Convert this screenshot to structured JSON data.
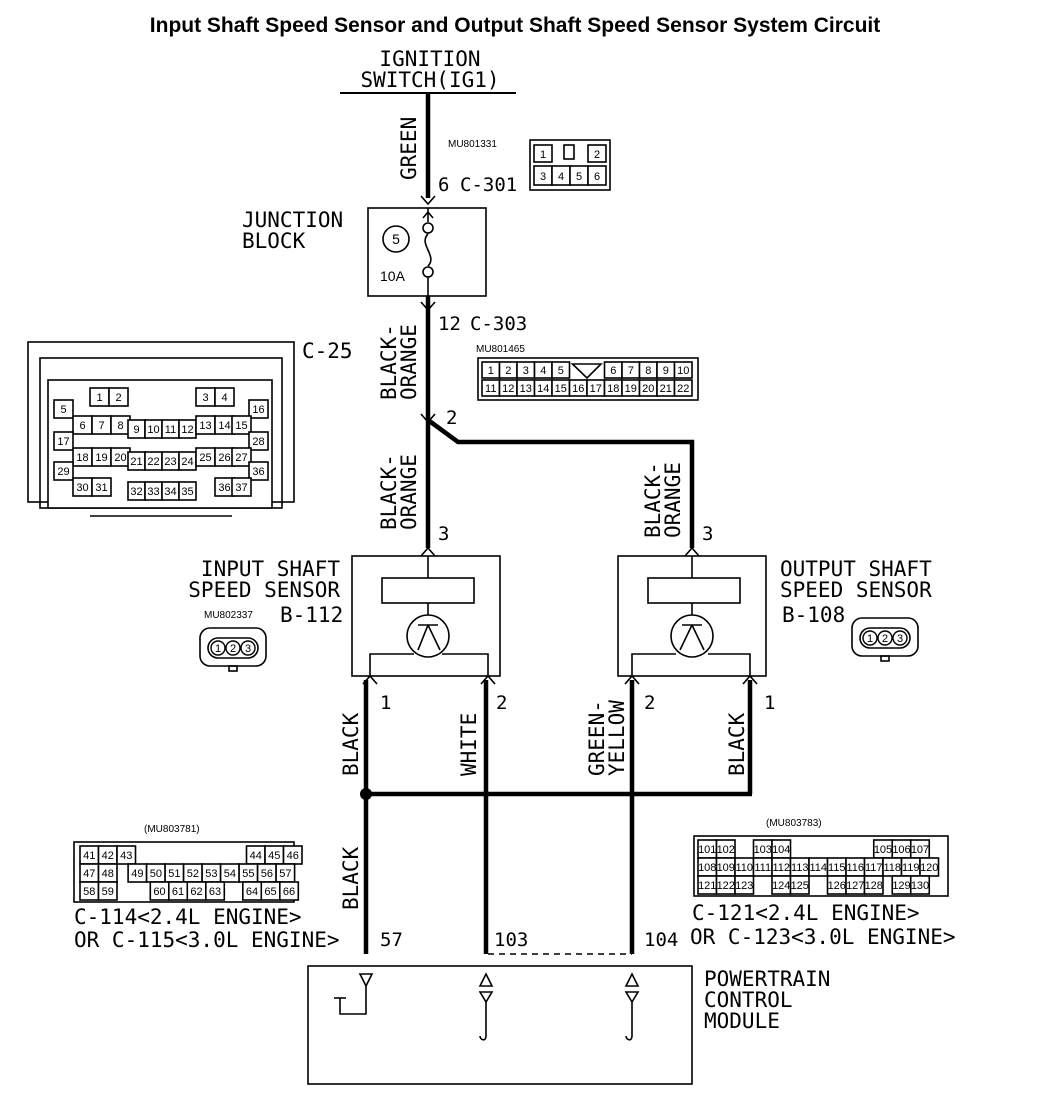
{
  "title": "Input Shaft Speed Sensor and Output Shaft Speed Sensor System Circuit",
  "ignition": {
    "line1": "IGNITION",
    "line2": "SWITCH(IG1)"
  },
  "wires": {
    "green": "GREEN",
    "black_orange_a1": "BLACK-",
    "black_orange_a2": "ORANGE",
    "black_orange_b1": "BLACK-",
    "black_orange_b2": "ORANGE",
    "black_orange_c1": "BLACK-",
    "black_orange_c2": "ORANGE",
    "black_1": "BLACK",
    "white": "WHITE",
    "green_yellow1": "GREEN-",
    "green_yellow2": "YELLOW",
    "black_2": "BLACK",
    "black_3": "BLACK"
  },
  "connectors": {
    "c301": {
      "pin": "6",
      "name": "C-301",
      "part": "MU801331",
      "pins": [
        "1",
        "2",
        "3",
        "4",
        "5",
        "6"
      ]
    },
    "c303": {
      "pin": "12",
      "name": "C-303",
      "part": "MU801465",
      "row1": [
        "1",
        "2",
        "3",
        "4",
        "5",
        "6",
        "7",
        "8",
        "9",
        "10"
      ],
      "row2": [
        "11",
        "12",
        "13",
        "14",
        "15",
        "16",
        "17",
        "18",
        "19",
        "20",
        "21",
        "22"
      ]
    },
    "c25": {
      "name": "C-25",
      "pins": [
        "1",
        "2",
        "3",
        "4",
        "5",
        "16",
        "6",
        "7",
        "8",
        "9",
        "10",
        "11",
        "12",
        "13",
        "14",
        "15",
        "17",
        "28",
        "18",
        "19",
        "20",
        "21",
        "22",
        "23",
        "24",
        "25",
        "26",
        "27",
        "29",
        "36",
        "30",
        "31",
        "32",
        "33",
        "34",
        "35",
        "36",
        "37"
      ]
    },
    "b112": {
      "part": "MU802337",
      "name": "B-112",
      "pins": [
        "1",
        "2",
        "3"
      ]
    },
    "b108": {
      "name": "B-108",
      "pins": [
        "1",
        "2",
        "3"
      ]
    },
    "c114": {
      "part": "(MU803781)",
      "line1": "C-114<2.4L ENGINE>",
      "line2": "OR C-115<3.0L ENGINE>",
      "row1": [
        "41",
        "42",
        "43",
        "44",
        "45",
        "46"
      ],
      "row2": [
        "47",
        "48",
        "49",
        "50",
        "51",
        "52",
        "53",
        "54",
        "55",
        "56",
        "57"
      ],
      "row3": [
        "58",
        "59",
        "60",
        "61",
        "62",
        "63",
        "64",
        "65",
        "66"
      ]
    },
    "c121": {
      "part": "(MU803783)",
      "line1": "C-121<2.4L ENGINE>",
      "line2": "OR C-123<3.0L ENGINE>",
      "row1": [
        "101",
        "102",
        "103",
        "104",
        "105",
        "106",
        "107"
      ],
      "row2": [
        "108",
        "109",
        "110",
        "111",
        "112",
        "113",
        "114",
        "115",
        "116",
        "117",
        "118",
        "119",
        "120"
      ],
      "row3": [
        "121",
        "122",
        "123",
        "124",
        "125",
        "126",
        "127",
        "128",
        "129",
        "130"
      ]
    }
  },
  "junction": {
    "line1": "JUNCTION",
    "line2": "BLOCK",
    "fuse_no": "5",
    "fuse_amp": "10A"
  },
  "splice_pin": "2",
  "input_sensor": {
    "line1": "INPUT SHAFT",
    "line2": "SPEED SENSOR",
    "pin_supply": "3",
    "pin1": "1",
    "pin2": "2"
  },
  "output_sensor": {
    "line1": "OUTPUT SHAFT",
    "line2": "SPEED SENSOR",
    "pin_supply": "3",
    "pin1": "1",
    "pin2": "2"
  },
  "pcm": {
    "line1": "POWERTRAIN",
    "line2": "CONTROL",
    "line3": "MODULE",
    "pin57": "57",
    "pin103": "103",
    "pin104": "104"
  }
}
